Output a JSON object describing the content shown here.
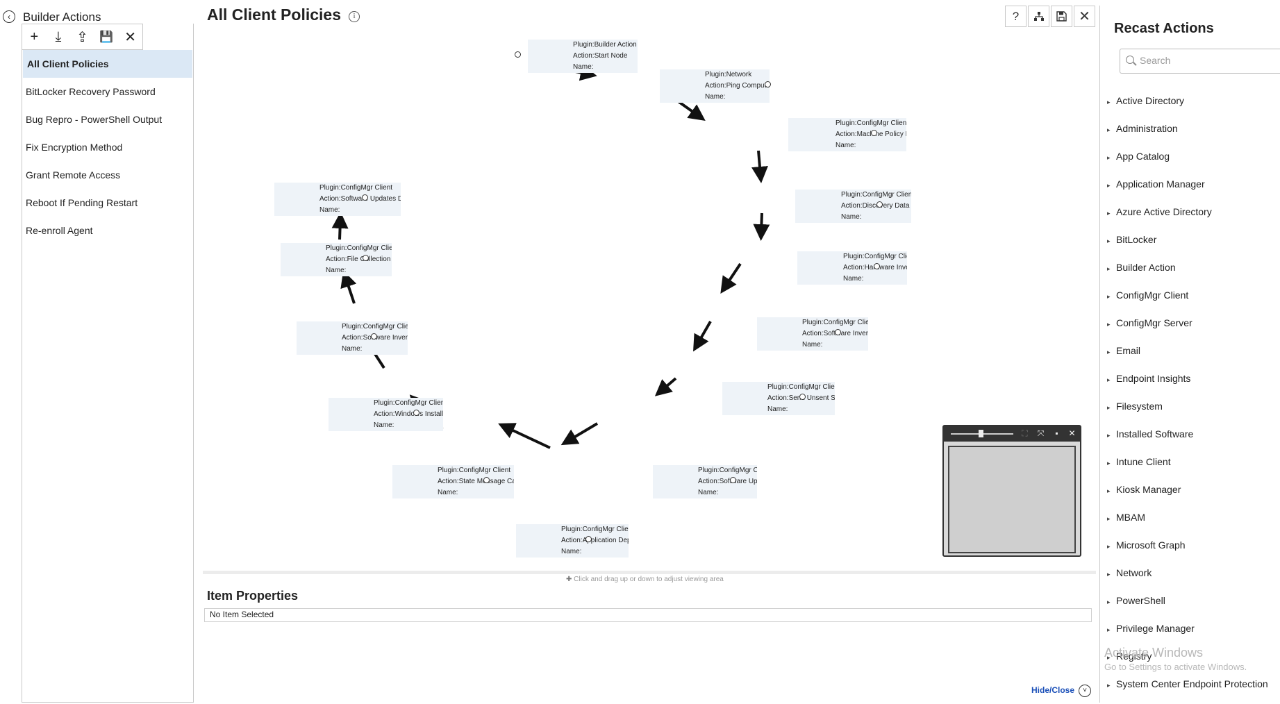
{
  "sidebar": {
    "title": "Builder Actions",
    "toolbar": [
      {
        "name": "add-button",
        "icon": "plus-icon",
        "glyph": "+"
      },
      {
        "name": "import-button",
        "icon": "import-icon",
        "glyph": "⤓"
      },
      {
        "name": "export-button",
        "icon": "export-icon",
        "glyph": "⇪"
      },
      {
        "name": "save-button",
        "icon": "save-icon",
        "glyph": "💾"
      },
      {
        "name": "delete-button",
        "icon": "close-icon",
        "glyph": "✕"
      }
    ],
    "items": [
      {
        "label": "All Client Policies",
        "selected": true
      },
      {
        "label": "BitLocker Recovery Password"
      },
      {
        "label": "Bug Repro - PowerShell Output"
      },
      {
        "label": "Fix Encryption Method"
      },
      {
        "label": "Grant Remote Access"
      },
      {
        "label": "Reboot If Pending Restart"
      },
      {
        "label": "Re-enroll Agent"
      }
    ]
  },
  "main": {
    "title": "All Client Policies",
    "header_tools": [
      "help-icon",
      "workflow-icon",
      "save-icon",
      "close-icon"
    ],
    "node_labels": {
      "plugin": "Plugin:",
      "action": "Action:",
      "name": "Name:"
    },
    "nodes": [
      {
        "plugin": "Builder Action",
        "action": "Start Node",
        "name": ""
      },
      {
        "plugin": "Network",
        "action": "Ping Computer",
        "name": ""
      },
      {
        "plugin": "ConfigMgr Client",
        "action": "Machine Policy Retrieval and",
        "name": ""
      },
      {
        "plugin": "ConfigMgr Client",
        "action": "Discovery Data Collection Cyc",
        "name": ""
      },
      {
        "plugin": "ConfigMgr Client",
        "action": "Hardware Inventory Cycle",
        "name": ""
      },
      {
        "plugin": "ConfigMgr Client",
        "action": "Software Inventory Cycle",
        "name": ""
      },
      {
        "plugin": "ConfigMgr Client",
        "action": "Send Unsent State Messages",
        "name": ""
      },
      {
        "plugin": "ConfigMgr Client",
        "action": "Software Updates Scan Cycle",
        "name": ""
      },
      {
        "plugin": "ConfigMgr Client",
        "action": "Application Deployment Evalu",
        "name": ""
      },
      {
        "plugin": "ConfigMgr Client",
        "action": "State Message Cache Cleanup",
        "name": ""
      },
      {
        "plugin": "ConfigMgr Client",
        "action": "Windows Installer Source List",
        "name": ""
      },
      {
        "plugin": "ConfigMgr Client",
        "action": "Software Inventory Cycle",
        "name": ""
      },
      {
        "plugin": "ConfigMgr Client",
        "action": "File Collection Cycle",
        "name": ""
      },
      {
        "plugin": "ConfigMgr Client",
        "action": "Software Updates Deploymen",
        "name": ""
      }
    ],
    "drag_hint": "Click and drag up or down to adjust viewing area",
    "item_properties": {
      "title": "Item Properties",
      "empty_text": "No Item Selected"
    },
    "hide_close": "Hide/Close"
  },
  "right_panel": {
    "title": "Recast Actions",
    "search_placeholder": "Search",
    "categories": [
      "Active Directory",
      "Administration",
      "App Catalog",
      "Application Manager",
      "Azure Active Directory",
      "BitLocker",
      "Builder Action",
      "ConfigMgr Client",
      "ConfigMgr Server",
      "Email",
      "Endpoint Insights",
      "Filesystem",
      "Installed Software",
      "Intune Client",
      "Kiosk Manager",
      "MBAM",
      "Microsoft Graph",
      "Network",
      "PowerShell",
      "Privilege Manager",
      "Registry",
      "System Center Endpoint Protection"
    ]
  },
  "watermark": {
    "line1": "Activate Windows",
    "line2": "Go to Settings to activate Windows."
  },
  "colors": {
    "accent_link": "#1a4fb8",
    "selection": "#dbe8f5",
    "node_bg": "#eef3f8"
  }
}
